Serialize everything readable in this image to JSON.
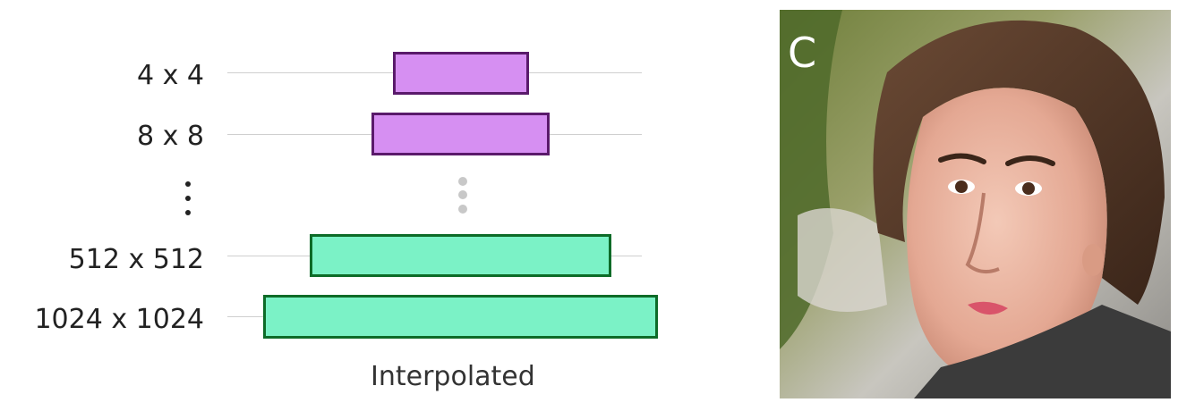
{
  "diagram": {
    "rows": [
      {
        "label": "4 x 4",
        "group": "early"
      },
      {
        "label": "8 x 8",
        "group": "early"
      },
      {
        "label": "512 x 512",
        "group": "late"
      },
      {
        "label": "1024 x 1024",
        "group": "late"
      }
    ],
    "ellipsis": "⋮",
    "x_label": "Interpolated",
    "colors": {
      "early_fill": "#d68ff2",
      "early_border": "#5a1a6b",
      "late_fill": "#7bf2c6",
      "late_border": "#0d6b28",
      "gridline": "#cfcfcf"
    }
  },
  "photo": {
    "panel_letter": "C",
    "description_icon": "face-photo-icon"
  }
}
